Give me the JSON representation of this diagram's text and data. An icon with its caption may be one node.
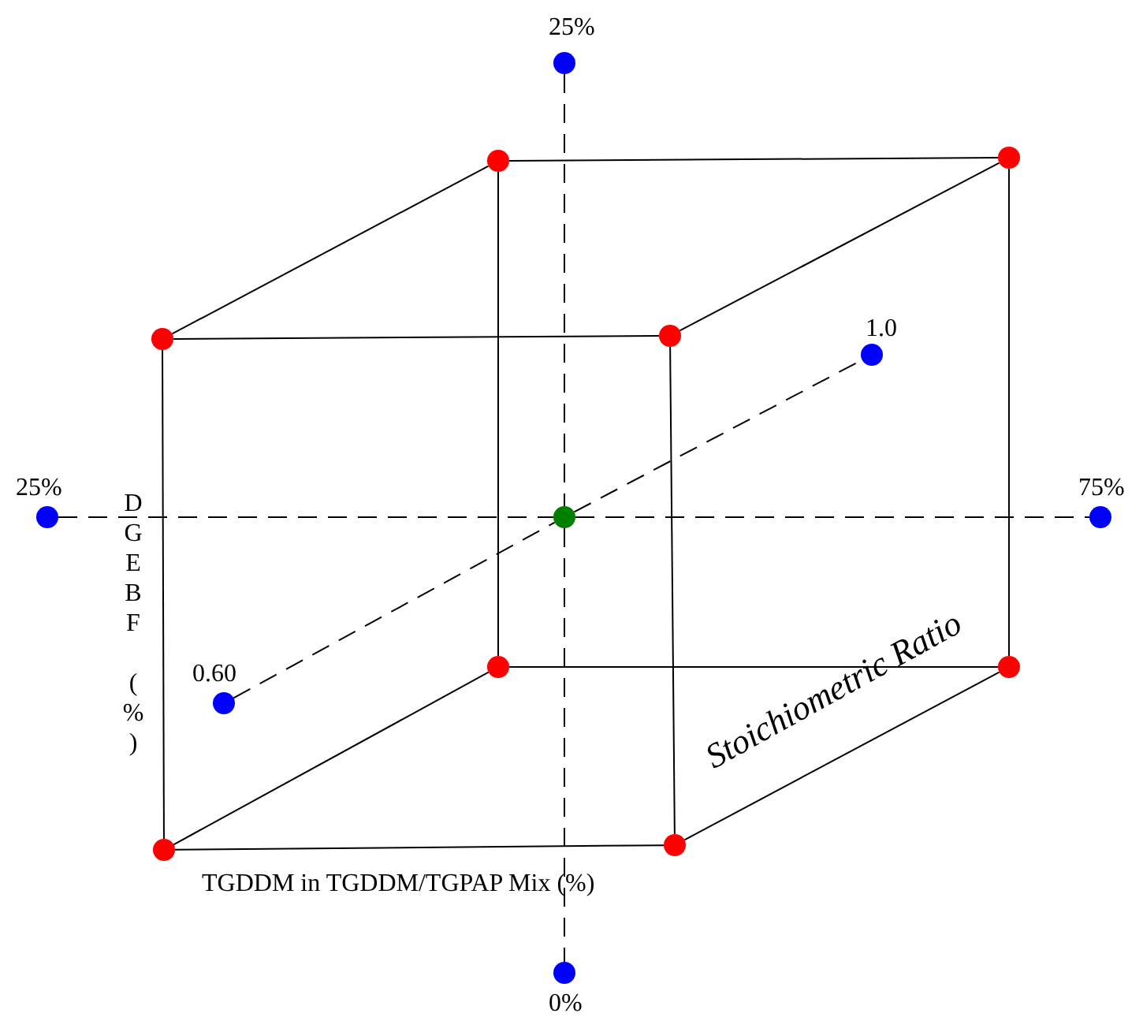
{
  "diagram": {
    "nodes": [
      {
        "text": [],
        "shape": "circle",
        "beside": [
          "25%"
        ]
      },
      {
        "text": [],
        "shape": "circle"
      },
      {
        "text": [],
        "shape": "circle"
      },
      {
        "text": [],
        "shape": "circle"
      },
      {
        "text": [],
        "shape": "circle"
      },
      {
        "text": [],
        "shape": "circle",
        "beside": [
          "1.0"
        ]
      },
      {
        "text": [],
        "shape": "circle",
        "beside": [
          "25%"
        ]
      },
      {
        "text": [],
        "shape": "circle"
      },
      {
        "text": [],
        "shape": "circle",
        "beside": [
          "75%"
        ]
      },
      {
        "text": [],
        "shape": "circle"
      },
      {
        "text": [],
        "shape": "circle"
      },
      {
        "text": [],
        "shape": "circle",
        "beside": [
          "0.60"
        ]
      },
      {
        "text": [],
        "shape": "circle"
      },
      {
        "text": [],
        "shape": "circle"
      },
      {
        "text": [],
        "shape": "circle",
        "beside": [
          "0%"
        ]
      }
    ],
    "edges": [
      {
        "from": 1,
        "to": 2,
        "arrow": "none"
      },
      {
        "from": 3,
        "to": 4,
        "arrow": "none"
      },
      {
        "from": 1,
        "to": 3,
        "arrow": "none"
      },
      {
        "from": 2,
        "to": 4,
        "arrow": "none"
      },
      {
        "from": 12,
        "to": 13,
        "arrow": "none"
      },
      {
        "from": 9,
        "to": 10,
        "arrow": "none"
      },
      {
        "from": 12,
        "to": 9,
        "arrow": "none"
      },
      {
        "from": 13,
        "to": 10,
        "arrow": "none"
      },
      {
        "from": 3,
        "to": 12,
        "arrow": "none"
      },
      {
        "from": 4,
        "to": 13,
        "arrow": "none"
      },
      {
        "from": 1,
        "to": 9,
        "arrow": "none"
      },
      {
        "from": 2,
        "to": 10,
        "arrow": "none"
      },
      {
        "from": 0,
        "to": 7,
        "arrow": "none",
        "style": "dashed"
      },
      {
        "from": 7,
        "to": 14,
        "arrow": "none",
        "style": "dashed"
      },
      {
        "from": 6,
        "to": 7,
        "arrow": "none",
        "style": "dashed"
      },
      {
        "from": 7,
        "to": 8,
        "arrow": "none",
        "style": "dashed"
      },
      {
        "from": 11,
        "to": 7,
        "arrow": "none",
        "style": "dashed"
      },
      {
        "from": 7,
        "to": 5,
        "arrow": "none",
        "style": "dashed"
      }
    ],
    "labels": [
      "DGEBF (%)",
      "Stoichiometric Ratio",
      "TGDDM in TGDDM/TGPAP Mix (%)"
    ]
  }
}
